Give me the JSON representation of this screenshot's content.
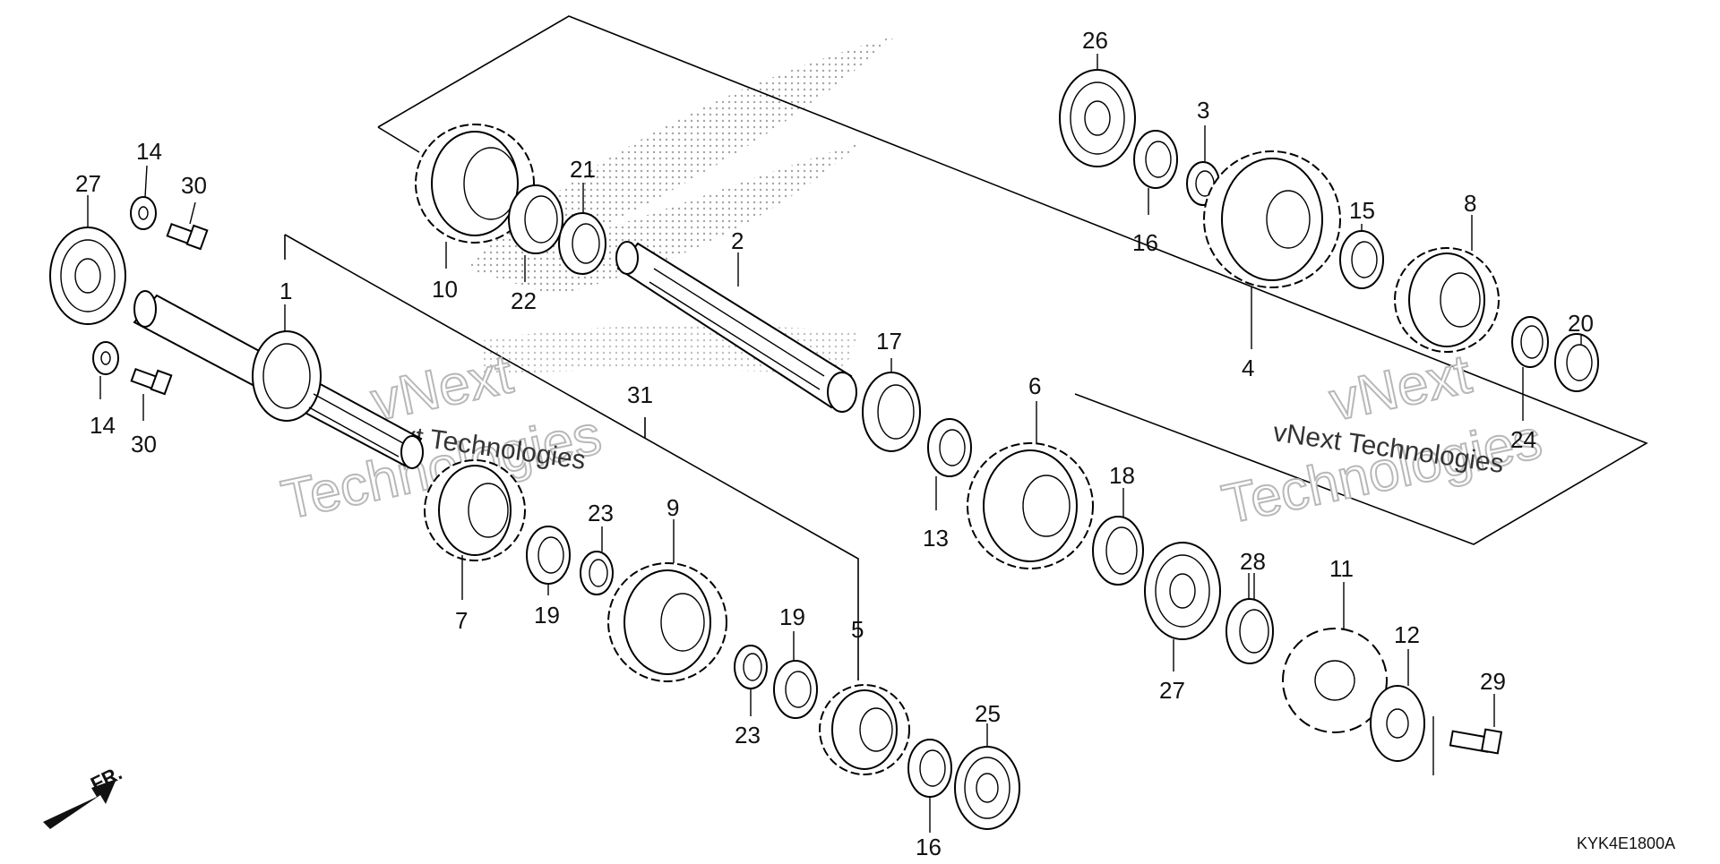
{
  "diagram": {
    "code": "KYK4E1800A",
    "direction_label": "FR.",
    "watermark": {
      "line1": "vNext",
      "line2": "Technologies",
      "inline": "vNext Technologies"
    }
  },
  "callouts": {
    "c1": "1",
    "c2": "2",
    "c3": "3",
    "c4": "4",
    "c5": "5",
    "c6": "6",
    "c7": "7",
    "c8": "8",
    "c9": "9",
    "c10": "10",
    "c11": "11",
    "c12": "12",
    "c13": "13",
    "c14a": "14",
    "c14b": "14",
    "c15": "15",
    "c16a": "16",
    "c16b": "16",
    "c17": "17",
    "c18": "18",
    "c19a": "19",
    "c19b": "19",
    "c20": "20",
    "c21": "21",
    "c22": "22",
    "c23a": "23",
    "c23b": "23",
    "c24": "24",
    "c25": "25",
    "c26": "26",
    "c27a": "27",
    "c27b": "27",
    "c28": "28",
    "c29": "29",
    "c30a": "30",
    "c30b": "30",
    "c31": "31"
  }
}
